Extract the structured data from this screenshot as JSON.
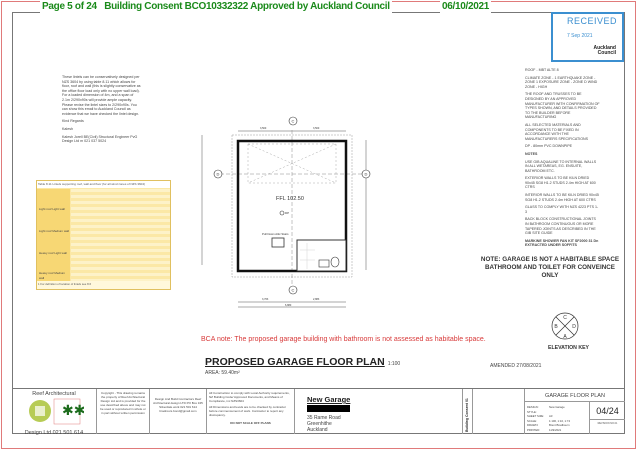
{
  "header": {
    "page": "Page 5 of 24",
    "consent": "Building Consent BCO10332322 Approved by Auckland Council",
    "date": "06/10/2021"
  },
  "stamp": {
    "title": "RECEIVED",
    "date": "7 Sep 2021",
    "org_line1": "Auckland",
    "org_line2": "Council"
  },
  "right_notes": [
    "ROOF - MBT ALTE 8",
    "CLIMATE ZONE - 1 EARTHQUAKE ZONE - ZONE 1 EXPOSURE ZONE - ZONE D WIND ZONE - HIGH",
    "THE ROOF AND TRUSSES TO BE DESIGNED BY AN APPROVED MANUFACTURER WITH CONFIRMATION OF TYPES SHOWN, AND DETAILS PROVIDED TO THE BUILDER BEFORE MANUFACTURING",
    "ALL SELECTED MATERIALS AND COMPONENTS TO BE FIXED IN ACCORDANCE WITH THE MANUFACTURERS SPECIFICATIONS",
    "DP - 80mm PVC DOWNPIPE",
    "NOTES",
    "USE GIB AQUALINE TO INTERNAL WALLS IN ALL WETAREAS, EG. ENSUITE, BATHROOM ETC.",
    "EXTERIOR WALLS TO BE KILN DRIED 90x45 SG8 H1.2 STUDS 2.4m HIGH AT 600 CTRS",
    "INTERIOR WALLS TO BE KILN DRIED 90x45 SG8 H1.2 STUDS 2.4m HIGH AT 600 CTRS",
    "GLASS TO COMPLY WITH NZS 4223 PTS 1-3",
    "BACK BLOCK CONSTRUCTIONAL JOINTS IN BATHROOM CONTINUOUS OR MORE TAPERED JOINTS AS DESCRIBED IN THE GIB SITE GUIDE",
    "MARKINE SHOWER FAN KIT SF2000 31 Dn EXTRACTED UNDER SOFFITS"
  ],
  "letter": [
    "These lintels can be conservatively designed per NZS 3604 by using table 8.11 which allows for floor, roof and wall (this is slightly conservative as the office floor load only with no upper wall load). For a loaded dimension of 4m, and a span of 2.1m 2/290x90s will provide ample capacity. Please revise the lintel sizes to 2/290x90s. You can show this email to Auckland Council as evidence that we have checked the lintel design.",
    "Kind Regards",
    "Kalesh",
    "Kalesh Jorell BE(Civil) Structural Engineer PvG Design Ltd m 021 037 5024"
  ],
  "table": {
    "caption": "Table 8.11 Lintels supporting roof, wall and floor (for all wind zones of NZS 3604)",
    "rows": [
      "Light roof Light wall",
      "Light roof Medium wall",
      "Heavy roof Light wall",
      "Heavy roof Medium wall"
    ],
    "footnote": "1 For definition of location of lintels see 8.6"
  },
  "plan": {
    "ffl": "FFL 102.50",
    "pull_down": "Pull Down Attic Stairs",
    "dp": "DP",
    "grid_top": "C",
    "grid_bottom": "C",
    "grid_left": "D",
    "grid_right": "D",
    "dim_top": [
      "3,500",
      "3,500"
    ],
    "dim_bottom": [
      "3,763",
      "2,883"
    ],
    "dim_total": "6,880"
  },
  "bca_note": "BCA note: The proposed garage building with bathroom is not assessed as habitable space.",
  "title": "PROPOSED GARAGE FLOOR PLAN",
  "scale": "1:100",
  "area": "AREA: 59.40m²",
  "amended": "AMENDED 27/08/2021",
  "habitable_note": "NOTE: GARAGE IS NOT A HABITABLE SPACE BATHROOM AND TOILET FOR CONVEINCE ONLY",
  "elevation_key": {
    "label": "ELEVATION KEY",
    "top": "C",
    "left": "B",
    "right": "D",
    "bottom": "A"
  },
  "title_block": {
    "company": "Reef Architectural",
    "company_contact": "Design Ltd 021 501 614",
    "copyright": "Copyright - This drawing remains the property of Reef Architectural Design Ltd and is provided for the use described above and may not be used or reproduced in whole or in part without written permission",
    "builder": "Design And Build Contractors Reef Architectural design LTD PO Box 345 Silverdale work 021 501 614 bradrours.bond@gmail.com",
    "construction": "All Construction to comply with Local Authority requirements, NZ Building Code/ Approved Documents, and Means of Compliance, inc NZS3604",
    "dimensions": "All Dimensions and levels are to be checked by contractor before commencement of work. Contractor to report any discrepancy.",
    "no_scale": "DO NOT SCALE OFF PLANS",
    "project": "New Garage",
    "address": [
      "35 Rame Road",
      "Greenhithe",
      "Auckland"
    ],
    "consent_vertical": "Building Consent 01",
    "sheet_title": "GARAGE FLOOR PLAN",
    "meta_labels": [
      "DESIGN:",
      "STYLE:",
      "SHEET SIZE:",
      "SCALE:",
      "DRAWN:",
      "PRINTED:"
    ],
    "meta_values": [
      "New Garage",
      "",
      "A3",
      "1:100, 1:10, 1:74",
      "Brent Bradbourn",
      "11/9/2021"
    ],
    "sheet_no": "04/24",
    "revision": "REVISION NO.01"
  }
}
